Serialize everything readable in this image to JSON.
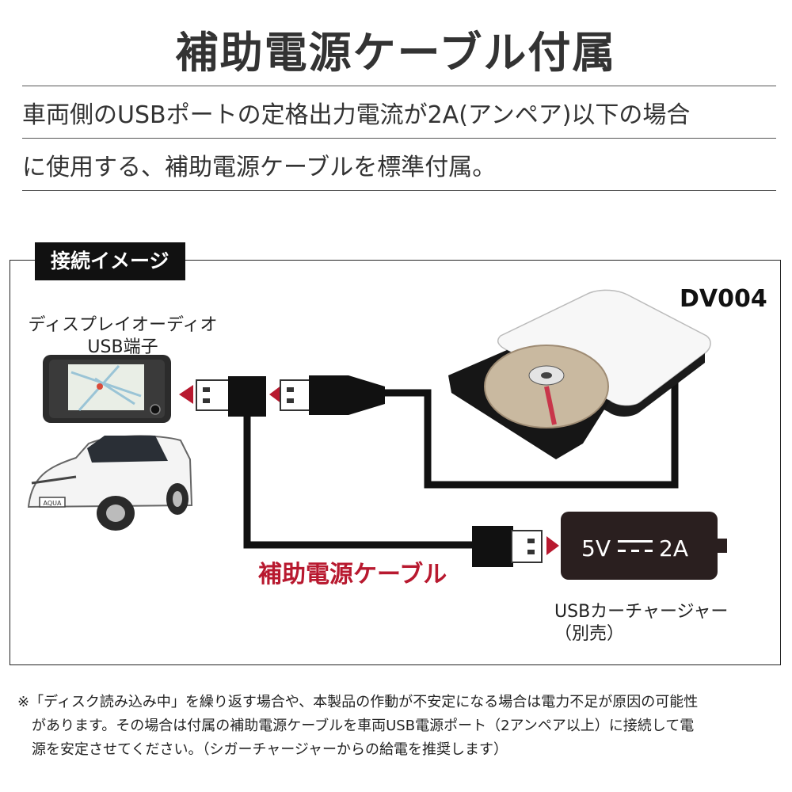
{
  "title": "補助電源ケーブル付属",
  "lead": {
    "line1": "車両側のUSBポートの定格出力電流が2A(アンペア)以下の場合",
    "line2": "に使用する、補助電源ケーブルを標準付属。"
  },
  "diagram": {
    "tag": "接続イメージ",
    "model": "DV004",
    "display_label_1": "ディスプレイオーディオ",
    "display_label_2": "USB端子",
    "car_plate": "AQUA",
    "cable_label": "補助電源ケーブル",
    "charger_text_left": "5V",
    "charger_text_right": "2A",
    "charger_label_1": "USBカーチャージャー",
    "charger_label_2": "（別売）"
  },
  "notes": {
    "line1": "※「ディスク読み込み中」を繰り返す場合や、本製品の作動が不安定になる場合は電力不足が原因の可能性",
    "line2": "があります。その場合は付属の補助電源ケーブルを車両USB電源ポート（2アンペア以上）に接続して電",
    "line3": "源を安定させてください。（シガーチャージャーからの給電を推奨します）"
  },
  "colors": {
    "accent_red": "#b8192f",
    "ink": "#111111",
    "text": "#333333"
  }
}
